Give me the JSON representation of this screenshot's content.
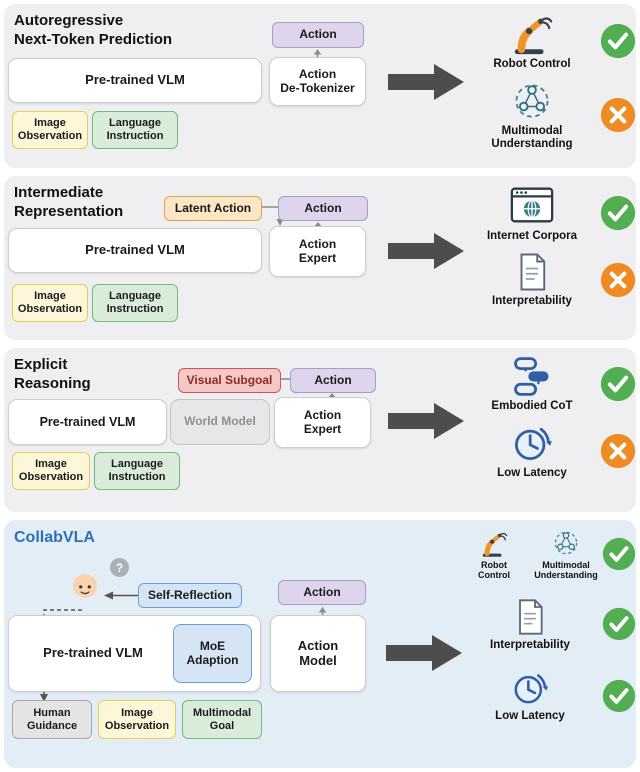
{
  "panels": [
    {
      "title": "Autoregressive\nNext-Token Prediction",
      "action_label": "Action",
      "vlm_label": "Pre-trained VLM",
      "detokenizer_label": "Action\nDe-Tokenizer",
      "image_obs_label": "Image\nObservation",
      "lang_instr_label": "Language\nInstruction",
      "outcomes": [
        {
          "label": "Robot Control",
          "icon": "robot-arm-icon",
          "result": "pass"
        },
        {
          "label": "Multimodal\nUnderstanding",
          "icon": "multimodal-icon",
          "result": "fail"
        }
      ]
    },
    {
      "title": "Intermediate\nRepresentation",
      "latent_label": "Latent Action",
      "action_label": "Action",
      "vlm_label": "Pre-trained VLM",
      "expert_label": "Action\nExpert",
      "image_obs_label": "Image\nObservation",
      "lang_instr_label": "Language\nInstruction",
      "outcomes": [
        {
          "label": "Internet Corpora",
          "icon": "browser-globe-icon",
          "result": "pass"
        },
        {
          "label": "Interpretability",
          "icon": "document-icon",
          "result": "fail"
        }
      ]
    },
    {
      "title": "Explicit\nReasoning",
      "subgoal_label": "Visual Subgoal",
      "action_label": "Action",
      "vlm_label": "Pre-trained VLM",
      "world_label": "World Model",
      "expert_label": "Action\nExpert",
      "image_obs_label": "Image\nObservation",
      "lang_instr_label": "Language\nInstruction",
      "outcomes": [
        {
          "label": "Embodied CoT",
          "icon": "chain-of-thought-icon",
          "result": "pass"
        },
        {
          "label": "Low Latency",
          "icon": "clock-icon",
          "result": "fail"
        }
      ]
    },
    {
      "title": "CollabVLA",
      "question_mark": "?",
      "reflection_label": "Self-Reflection",
      "action_label": "Action",
      "vlm_label": "Pre-trained VLM",
      "moe_label": "MoE\nAdaption",
      "action_model_label": "Action\nModel",
      "human_label": "Human\nGuidance",
      "image_obs_label": "Image\nObservation",
      "goal_label": "Multimodal\nGoal",
      "outcomes": [
        {
          "labels": [
            "Robot\nControl",
            "Multimodal\nUnderstanding"
          ],
          "icons": [
            "robot-arm-icon",
            "multimodal-icon"
          ],
          "result": "pass"
        },
        {
          "label": "Interpretability",
          "icon": "document-icon",
          "result": "pass"
        },
        {
          "label": "Low Latency",
          "icon": "clock-icon",
          "result": "pass"
        }
      ]
    }
  ],
  "colors": {
    "panel_bg": "#efeff1",
    "collab_panel_bg": "#e3edf6",
    "collab_title_blue": "#2e6fba",
    "action_purple": "#ded4ec",
    "latent_orange": "#fbe7c4",
    "subgoal_red": "#f6c7c7",
    "reflection_blue": "#d6e5f5",
    "image_obs_yellow": "#fdf6d9",
    "language_green": "#d9ecd9",
    "human_gray": "#e4e4e6",
    "pass_green": "#53ad52",
    "fail_orange": "#ee8b25",
    "arrow_gray": "#4d4d4d"
  }
}
